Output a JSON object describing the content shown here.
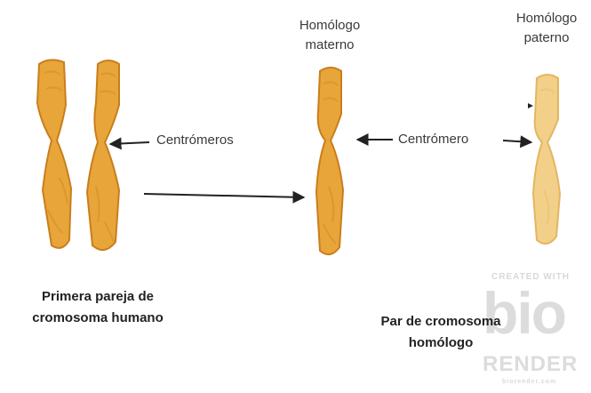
{
  "labels": {
    "maternal": [
      "Homólogo",
      "materno"
    ],
    "paternal": [
      "Homólogo",
      "paterno"
    ],
    "centromeres_plural": "Centrómeros",
    "centromere_singular": "Centrómero"
  },
  "captions": {
    "left": [
      "Primera pareja de",
      "cromosoma humano"
    ],
    "right": [
      "Par de cromosoma",
      "homólogo"
    ]
  },
  "watermark": {
    "created_with": "CREATED WITH",
    "logo": "bio",
    "render": "RENDER",
    "site": "biorender.com"
  },
  "colors": {
    "chromosome_fill": "#e8a53a",
    "chromosome_edge": "#c97e1c",
    "paternal_fill": "#f2d089",
    "paternal_edge": "#e3b660",
    "arrow": "#222222",
    "watermark": "#dcdcdc"
  }
}
